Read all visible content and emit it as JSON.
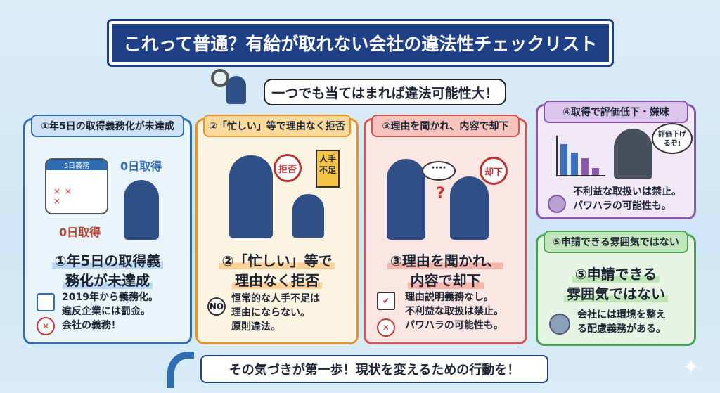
{
  "title": "これって普通？有給が取れない会社の違法性チェックリスト",
  "subtitle": "一つでも当てはまれば違法可能性大！",
  "cards": [
    {
      "tab": "①年5日の取得義務化が未達成",
      "heading1": "①年5日の取得義",
      "heading2": "務化が未達成",
      "calendar_label": "5日義務",
      "label_a": "0日取得",
      "label_b": "0日取得",
      "desc": [
        "2019年から義務化。",
        "違反企業には罰金。",
        "会社の義務！"
      ],
      "color": "#2e6db4"
    },
    {
      "tab": "②「忙しい」等で理由なく拒否",
      "heading1": "②「忙しい」等で",
      "heading2": "理由なく拒否",
      "stamp": "拒否",
      "sign": "人手不足",
      "icon_text": "NO",
      "desc": [
        "恒常的な人手不足は",
        "理由にならない。",
        "原則違法。"
      ],
      "color": "#e8922a"
    },
    {
      "tab": "③理由を聞かれ、内容で却下",
      "heading1": "③理由を聞かれ、",
      "heading2": "内容で却下",
      "bubble": "····",
      "stamp": "却下",
      "desc": [
        "理由説明義務なし。",
        "不利益な取扱は禁止。",
        "パワハラの可能性も。"
      ],
      "color": "#d9534f"
    },
    {
      "tab": "④取得で評価低下・嫌味",
      "bubble": "評価下げるぞ!",
      "desc": [
        "不利益な取扱いは禁止。",
        "パワハラの可能性も。"
      ],
      "color": "#8a56b0"
    },
    {
      "tab": "⑤申請できる雰囲気ではない",
      "heading1": "⑤申請できる",
      "heading2": "雰囲気ではない",
      "desc": [
        "会社には環境を整え",
        "る配慮義務がある。"
      ],
      "color": "#4aa352"
    }
  ],
  "footer": "その気づきが第一歩！現状を変えるための行動を！"
}
